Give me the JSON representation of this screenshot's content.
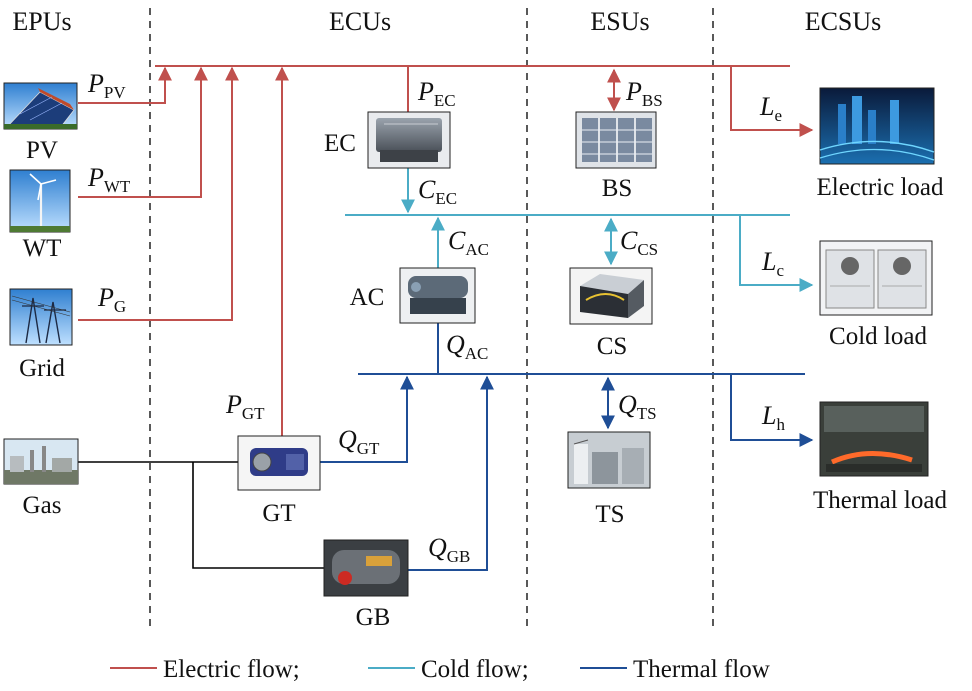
{
  "colors": {
    "electric": "#c0504d",
    "cold": "#4bacc6",
    "thermal": "#1f4e96",
    "gas": "#000000"
  },
  "headers": {
    "epus": "EPUs",
    "ecus": "ECUs",
    "esus": "ESUs",
    "ecsus": "ECSUs"
  },
  "units": {
    "pv": "PV",
    "wt": "WT",
    "grid": "Grid",
    "gas": "Gas",
    "ec": "EC",
    "ac": "AC",
    "gt": "GT",
    "gb": "GB",
    "bs": "BS",
    "cs": "CS",
    "ts": "TS",
    "electric_load": "Electric load",
    "cold_load": "Cold load",
    "thermal_load": "Thermal load"
  },
  "flows": {
    "p_pv": {
      "sym": "P",
      "sub": "PV"
    },
    "p_wt": {
      "sym": "P",
      "sub": "WT"
    },
    "p_g": {
      "sym": "P",
      "sub": "G"
    },
    "p_gt": {
      "sym": "P",
      "sub": "GT"
    },
    "p_ec": {
      "sym": "P",
      "sub": "EC"
    },
    "p_bs": {
      "sym": "P",
      "sub": "BS"
    },
    "c_ec": {
      "sym": "C",
      "sub": "EC"
    },
    "c_ac": {
      "sym": "C",
      "sub": "AC"
    },
    "c_cs": {
      "sym": "C",
      "sub": "CS"
    },
    "q_ac": {
      "sym": "Q",
      "sub": "AC"
    },
    "q_gt": {
      "sym": "Q",
      "sub": "GT"
    },
    "q_gb": {
      "sym": "Q",
      "sub": "GB"
    },
    "q_ts": {
      "sym": "Q",
      "sub": "TS"
    },
    "l_e": {
      "sym": "L",
      "sub": "e"
    },
    "l_c": {
      "sym": "L",
      "sub": "c"
    },
    "l_h": {
      "sym": "L",
      "sub": "h"
    }
  },
  "legend": {
    "electric": "Electric flow;",
    "cold": "Cold flow;",
    "thermal": "Thermal flow"
  },
  "icons": {
    "pv": "solar-panel-icon",
    "wt": "wind-turbine-icon",
    "grid": "transmission-tower-icon",
    "gas": "gas-plant-icon",
    "ec": "electric-chiller-icon",
    "ac": "absorption-chiller-icon",
    "gt": "gas-turbine-icon",
    "gb": "gas-boiler-icon",
    "bs": "battery-storage-icon",
    "cs": "cold-storage-icon",
    "ts": "thermal-storage-icon",
    "electric_load": "city-lights-icon",
    "cold_load": "hvac-unit-icon",
    "thermal_load": "steel-mill-icon"
  }
}
